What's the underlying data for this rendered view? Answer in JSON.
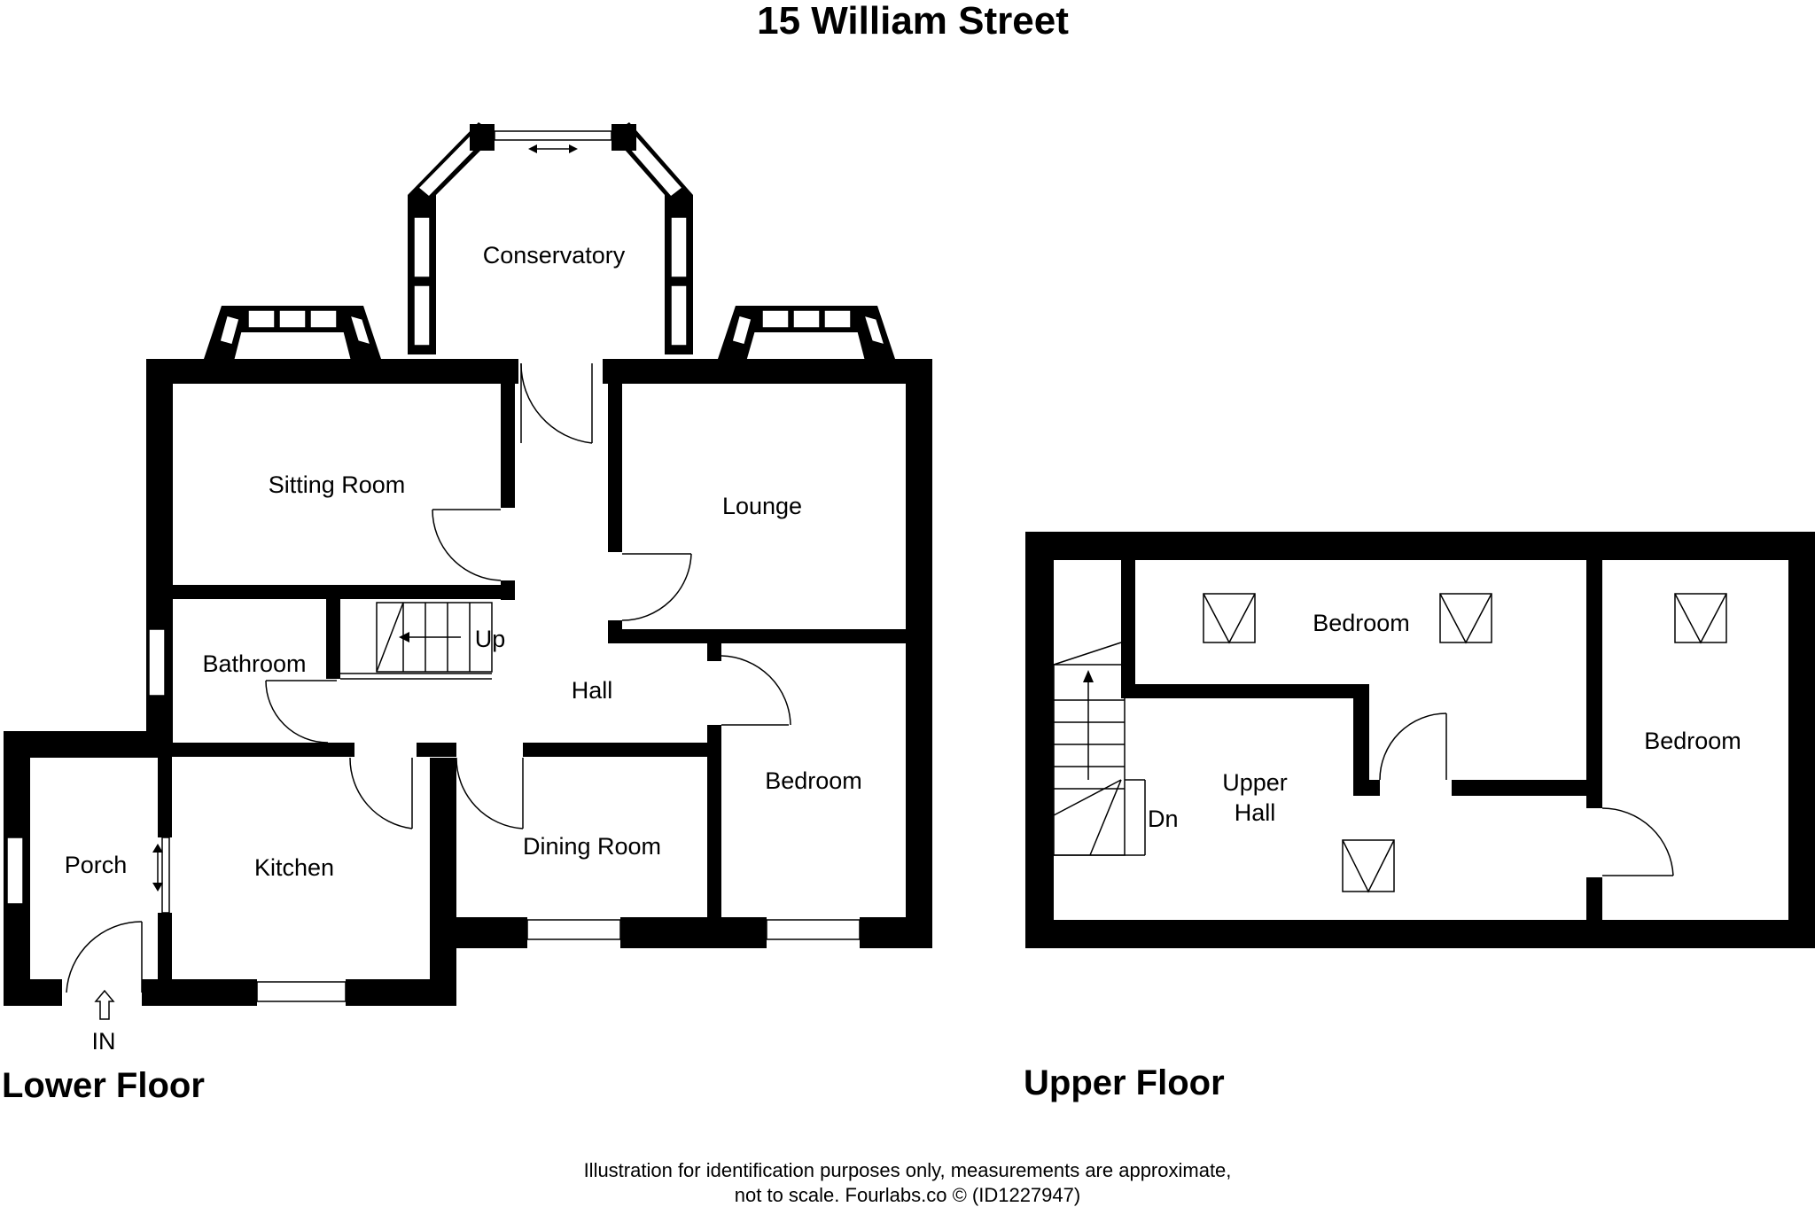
{
  "title": "15 William Street",
  "floors": {
    "lower": {
      "label": "Lower Floor",
      "rooms": {
        "conservatory": "Conservatory",
        "sitting_room": "Sitting Room",
        "lounge": "Lounge",
        "bathroom": "Bathroom",
        "hall": "Hall",
        "bedroom": "Bedroom",
        "porch": "Porch",
        "kitchen": "Kitchen",
        "dining_room": "Dining Room"
      },
      "stairs_label": "Up",
      "entrance_label": "IN"
    },
    "upper": {
      "label": "Upper Floor",
      "rooms": {
        "bedroom_1": "Bedroom",
        "bedroom_2": "Bedroom",
        "upper_hall_line1": "Upper",
        "upper_hall_line2": "Hall"
      },
      "stairs_label": "Dn"
    }
  },
  "disclaimer": {
    "line1": "Illustration for identification purposes only, measurements are approximate,",
    "line2": "not to scale. Fourlabs.co © (ID1227947)"
  }
}
